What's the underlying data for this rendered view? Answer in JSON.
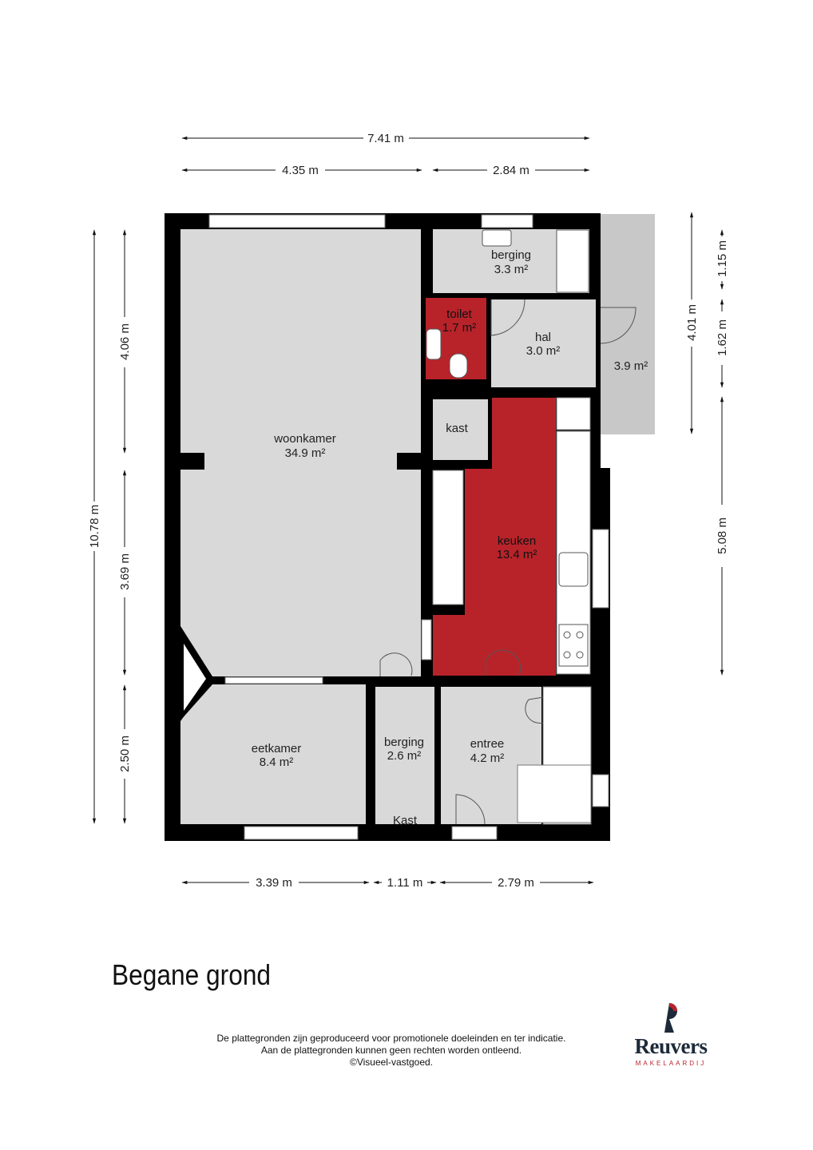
{
  "floor_title": "Begane grond",
  "disclaimer": {
    "line1": "De plattegronden zijn geproduceerd voor promotionele doeleinden en ter indicatie.",
    "line2": "Aan de plattegronden kunnen geen rechten worden ontleend.",
    "line3": "©Visueel-vastgoed."
  },
  "logo": {
    "name": "Reuvers",
    "subtitle": "MAKELAARDIJ"
  },
  "colors": {
    "wall": "#000000",
    "room": "#d9d9d9",
    "accent_room": "#b8232a",
    "terrace": "#c8c8c8"
  },
  "dimensions": {
    "top_total": "7.41 m",
    "top_left": "4.35 m",
    "top_right": "2.84 m",
    "bottom_1": "3.39 m",
    "bottom_2": "1.11 m",
    "bottom_3": "2.79 m",
    "left_total": "10.78 m",
    "left_1": "4.06 m",
    "left_2": "3.69 m",
    "left_3": "2.50 m",
    "right_1": "4.01 m",
    "right_2": "1.15 m",
    "right_3": "1.62 m",
    "right_4": "5.08 m"
  },
  "rooms": {
    "woonkamer": {
      "name": "woonkamer",
      "area": "34.9 m²"
    },
    "berging_top": {
      "name": "berging",
      "area": "3.3 m²"
    },
    "toilet": {
      "name": "toilet",
      "area": "1.7 m²"
    },
    "hal": {
      "name": "hal",
      "area": "3.0 m²"
    },
    "terrace": {
      "area": "3.9 m²"
    },
    "kast_top": {
      "name": "kast"
    },
    "keuken": {
      "name": "keuken",
      "area": "13.4 m²"
    },
    "eetkamer": {
      "name": "eetkamer",
      "area": "8.4 m²"
    },
    "berging_mid": {
      "name": "berging",
      "area": "2.6 m²"
    },
    "entree": {
      "name": "entree",
      "area": "4.2 m²"
    },
    "kast_bottom": {
      "name": "Kast"
    }
  }
}
